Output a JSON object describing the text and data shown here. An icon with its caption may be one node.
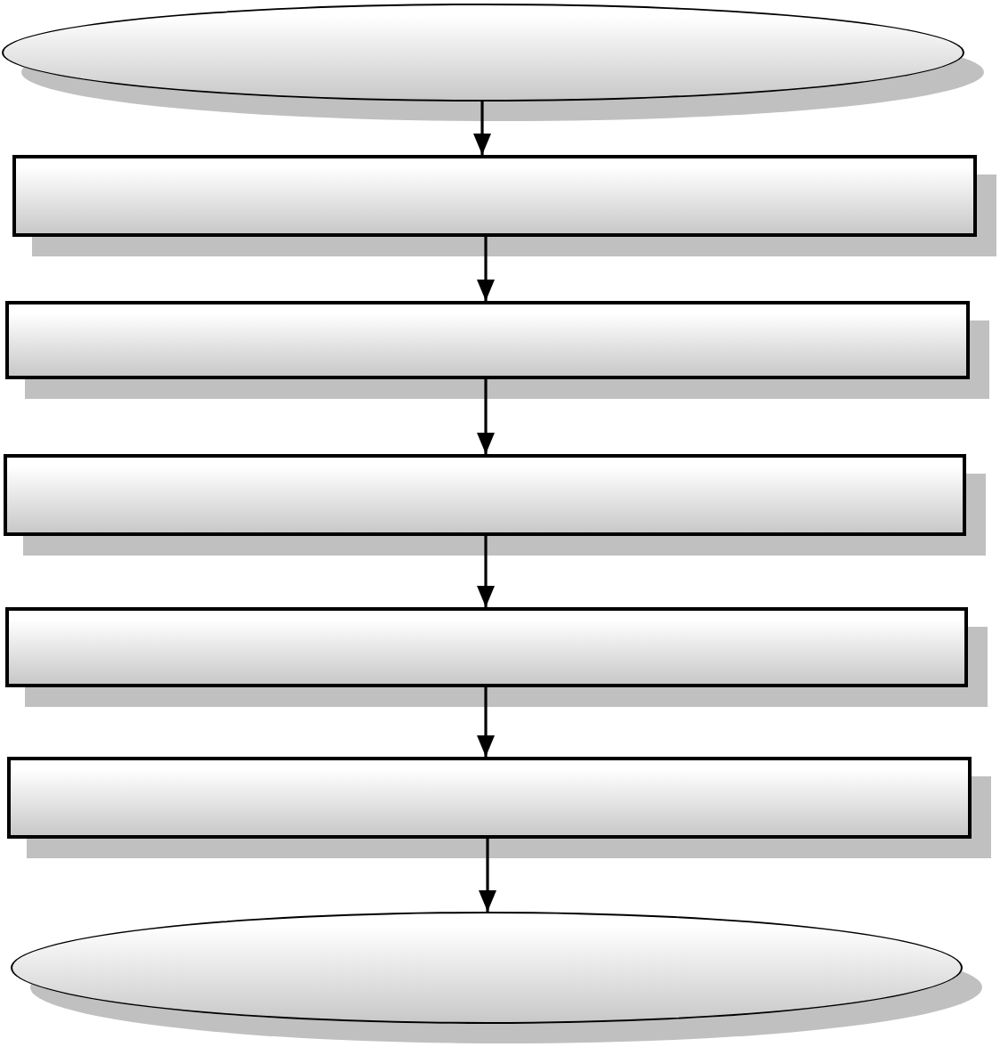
{
  "diagram": {
    "nodes": [
      {
        "text": [],
        "shape": "ellipse"
      },
      {
        "text": [],
        "shape": "box"
      },
      {
        "text": [],
        "shape": "box"
      },
      {
        "text": [],
        "shape": "box"
      },
      {
        "text": [],
        "shape": "box"
      },
      {
        "text": [],
        "shape": "box"
      },
      {
        "text": [],
        "shape": "ellipse"
      }
    ],
    "edges": [
      {
        "from": 0,
        "to": 1,
        "arrow": "to"
      },
      {
        "from": 1,
        "to": 2,
        "arrow": "to"
      },
      {
        "from": 2,
        "to": 3,
        "arrow": "to"
      },
      {
        "from": 3,
        "to": 4,
        "arrow": "to"
      },
      {
        "from": 4,
        "to": 5,
        "arrow": "to"
      },
      {
        "from": 5,
        "to": 6,
        "arrow": "to"
      }
    ]
  }
}
